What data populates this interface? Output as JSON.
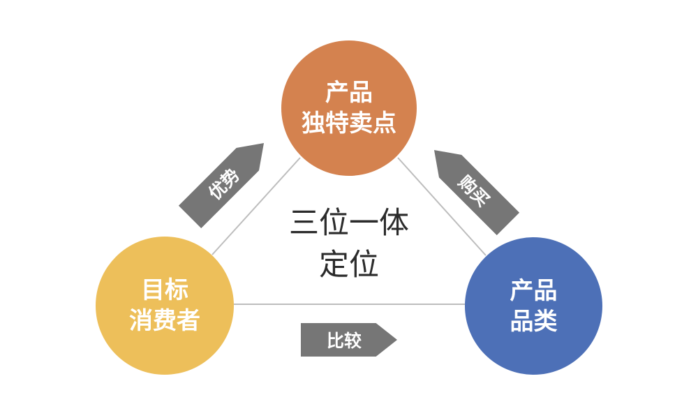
{
  "diagram": {
    "top_node": {
      "line1": "产品",
      "line2": "独特卖点",
      "color": "#d4824f"
    },
    "left_node": {
      "line1": "目标",
      "line2": "消费者",
      "color": "#edbf5a"
    },
    "right_node": {
      "line1": "产品",
      "line2": "品类",
      "color": "#4d70b7"
    },
    "center": {
      "line1": "三位一体",
      "line2": "定位"
    },
    "arrows": {
      "left_edge": "优势",
      "right_edge": "购买",
      "bottom_edge": "比较"
    },
    "line_color": "#bdbdbd",
    "arrow_color": "#767676"
  }
}
